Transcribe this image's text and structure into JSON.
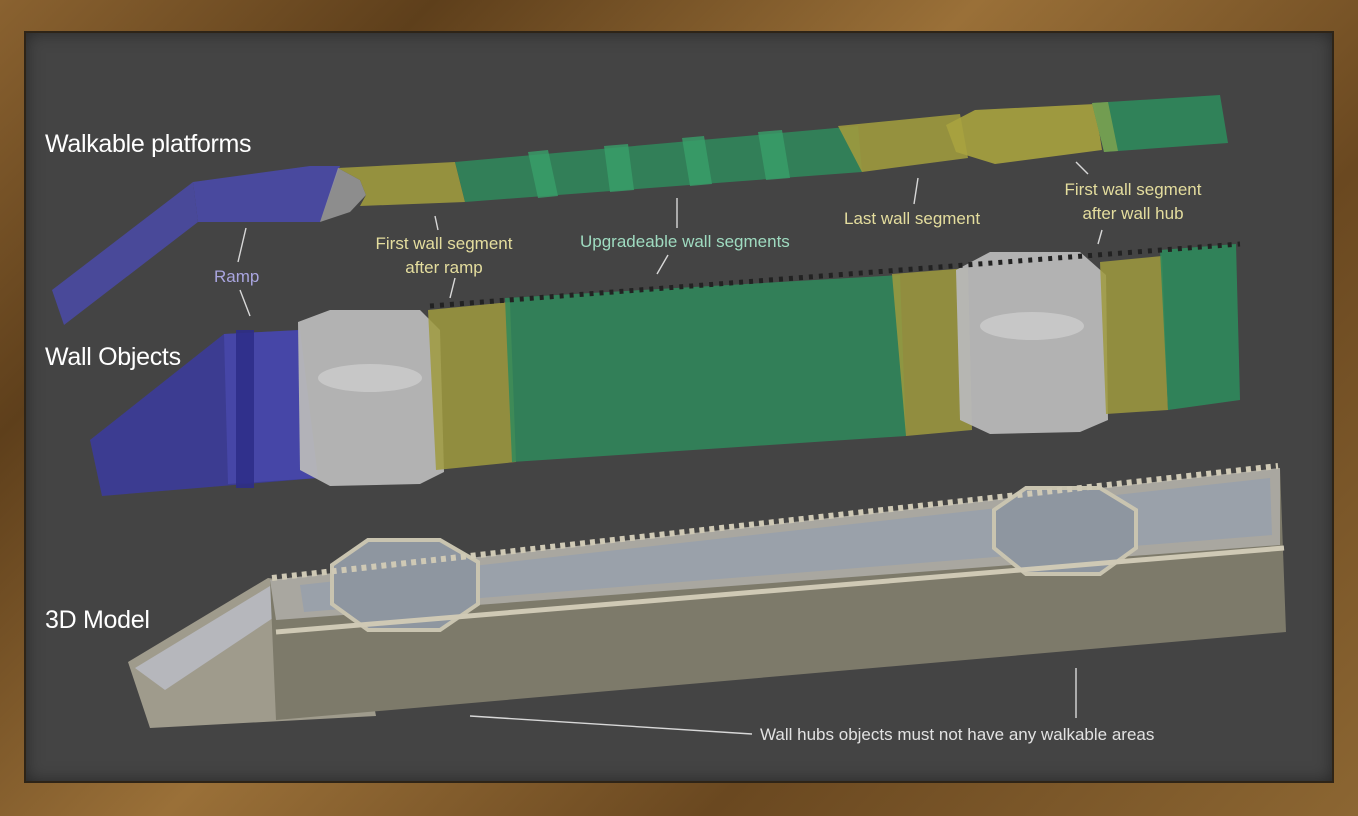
{
  "sections": {
    "walkable": "Walkable platforms",
    "wall_objects": "Wall Objects",
    "model": "3D Model"
  },
  "callouts": {
    "ramp": "Ramp",
    "first_after_ramp_1": "First wall segment",
    "first_after_ramp_2": "after ramp",
    "upgradeable": "Upgradeable wall segments",
    "last": "Last wall segment",
    "first_after_hub_1": "First wall segment",
    "first_after_hub_2": "after wall hub",
    "hubs_note": "Wall hubs objects must not have any walkable areas"
  },
  "colors": {
    "board": "#444444",
    "frame": "#7a5428",
    "ramp": "#4a4aa8",
    "yellow": "#9f9a3e",
    "green": "#2f8a5c",
    "hub_grey": "#b8b8b8",
    "stone": "#b3ad9b",
    "label_white": "#ffffff",
    "label_blue": "#a9a5df",
    "label_yellow": "#e4dd9e",
    "label_green": "#9fdbc0",
    "label_grey": "#e2e2e2"
  }
}
